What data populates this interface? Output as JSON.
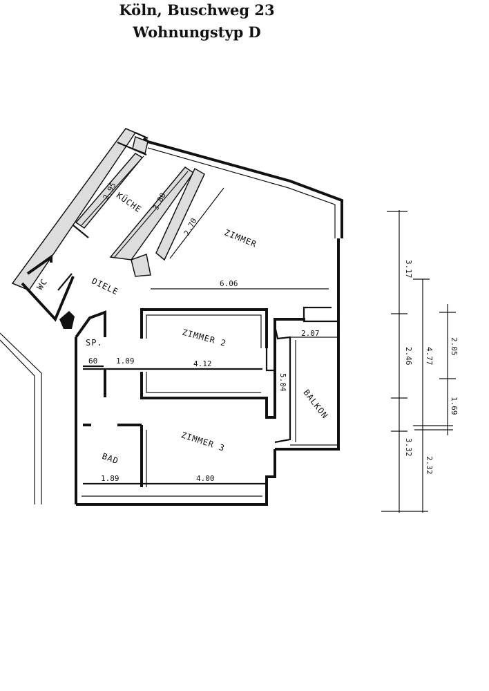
{
  "title": {
    "line1": "Köln, Buschweg 23",
    "line2": "Wohnungstyp D"
  },
  "rooms": {
    "wc": "WC",
    "kueche": "KÜCHE",
    "diele": "DIELE",
    "zimmer1": "ZIMMER",
    "zimmer2": "ZIMMER 2",
    "zimmer3": "ZIMMER 3",
    "bad": "BAD",
    "sp": "SP.",
    "balkon": "BALKON"
  },
  "dimensions": {
    "kueche_width": "2.95",
    "kueche_length": "3.80",
    "zimmer_depth": "2.70",
    "zimmer_length": "6.06",
    "balkon_width": "2.07",
    "balkon_length": "5.04",
    "sp_width": "60",
    "corridor_width": "1.09",
    "zimmer2_length": "4.12",
    "bad_width": "1.89",
    "zimmer3_length": "4.00",
    "side_317": "3.17",
    "side_246": "2.46",
    "side_477": "4.77",
    "side_205": "2.05",
    "side_169": "1.69",
    "side_332": "3.32",
    "side_232": "2.32"
  }
}
